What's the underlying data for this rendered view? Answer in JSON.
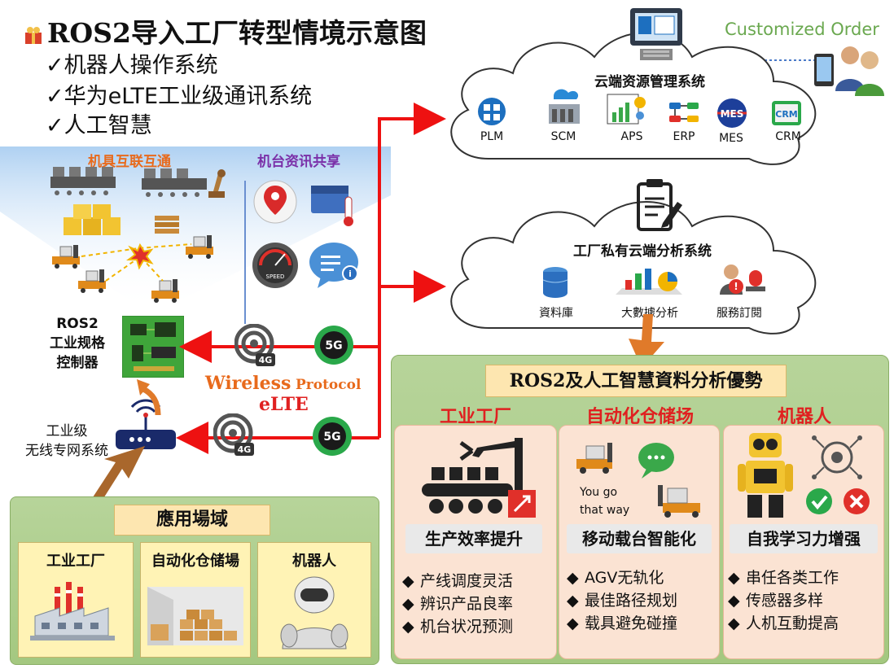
{
  "title": "ROS2导入工厂转型情境示意图",
  "bullets": [
    "✓机器人操作系统",
    "✓华为eLTE工业级通讯系统",
    "✓人工智慧"
  ],
  "left_top": {
    "machine_interconnect": "机具互联互通",
    "machine_info_share": "机台资讯共享"
  },
  "controller_label": [
    "ROS2",
    "工业规格",
    "控制器"
  ],
  "wireless_label": [
    "工业级",
    "无线专网系统"
  ],
  "protocol": {
    "line1_a": "Wireless",
    "line1_b": "Protocol",
    "line2": "eLTE"
  },
  "badges": {
    "four_g": "4G",
    "five_g": "5G",
    "speed": "SPEED"
  },
  "customized_order": "Customized Order",
  "cloud1": {
    "title": "云端资源管理系统",
    "modules": [
      "PLM",
      "SCM",
      "APS",
      "ERP",
      "MES",
      "CRM"
    ],
    "mes_icon_text": "MES",
    "crm_icon_text": "CRM"
  },
  "cloud2": {
    "title": "工厂私有云端分析系统",
    "modules": [
      "資料庫",
      "大數據分析",
      "服務訂閱"
    ]
  },
  "advantages": {
    "header": "ROS2及人工智慧資料分析優勢",
    "columns": [
      {
        "title": "工业工厂",
        "sub": "生产效率提升",
        "features": [
          "产线调度灵活",
          "辨识产品良率",
          "机台状况预测"
        ]
      },
      {
        "title": "自动化仓储场",
        "sub": "移动载台智能化",
        "features": [
          "AGV无轨化",
          "最佳路径规划",
          "载具避免碰撞"
        ],
        "bubble": [
          "You go",
          "that way"
        ]
      },
      {
        "title": "机器人",
        "sub": "自我学习力增强",
        "features": [
          "串任各类工作",
          "传感器多样",
          "人机互動提高"
        ]
      }
    ]
  },
  "scenes": {
    "header": "應用場域",
    "items": [
      "工业工厂",
      "自动化仓储場",
      "机器人"
    ]
  },
  "colors": {
    "red_arrow": "#ee1111",
    "orange": "#e86a1c",
    "green_panel": "#aacb88",
    "purple": "#7a2fa8"
  }
}
